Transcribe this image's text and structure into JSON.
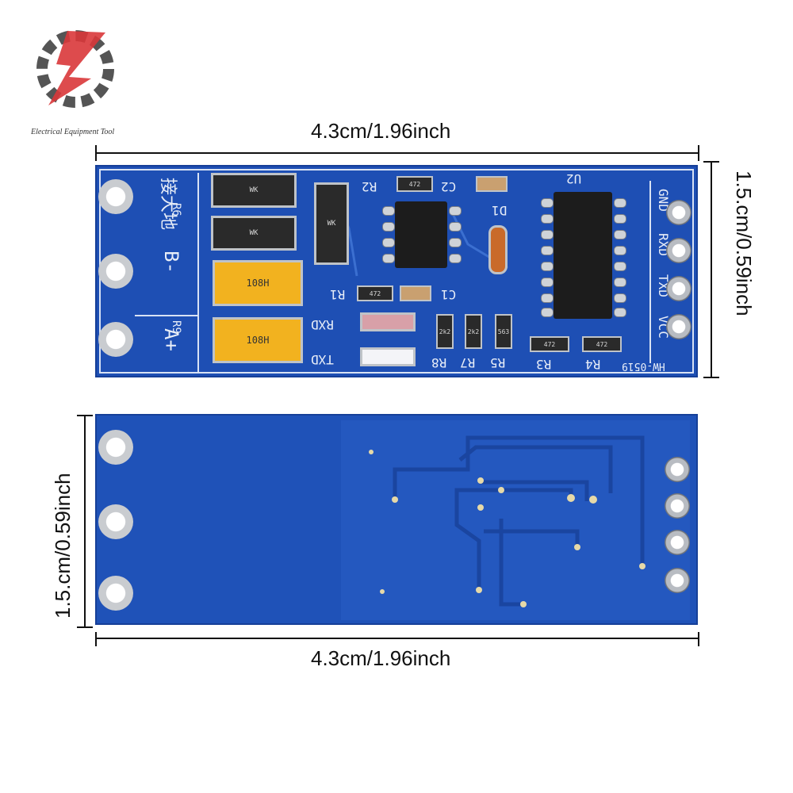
{
  "logo": {
    "brand_text": "Electrical Equipment Tool"
  },
  "dimensions": {
    "top_length": "4.3cm/1.96inch",
    "right_width": "1.5.cm/0.59inch",
    "left_width": "1.5.cm/0.59inch",
    "bottom_length": "4.3cm/1.96inch"
  },
  "front_board": {
    "terminal_labels": [
      "接大地",
      "B-",
      "A+"
    ],
    "header_pins": [
      "GND",
      "RXD",
      "TXD",
      "VCC"
    ],
    "led_labels": [
      "RXD",
      "TXD"
    ],
    "ref_labels": [
      "R2",
      "C2",
      "U2",
      "D1",
      "R1",
      "C1",
      "R8",
      "R7",
      "R5",
      "R3",
      "R4",
      "R6",
      "R9"
    ],
    "resistor_codes": [
      "472",
      "472",
      "472",
      "472",
      "2k2",
      "2k2",
      "563"
    ],
    "tvs_marking": "WK",
    "fuse_marking": "108H",
    "model": "HW-0519"
  },
  "colors": {
    "pcb_blue": "#1e4fb4",
    "silkscreen": "#e8eef8",
    "pad_silver": "#c9ccd0",
    "dimension_line": "#111111"
  }
}
